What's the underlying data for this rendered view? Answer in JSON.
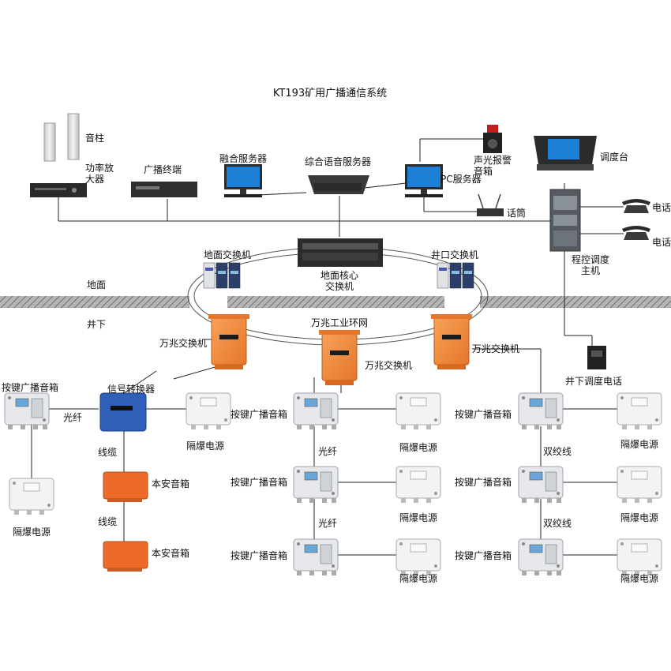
{
  "title": "KT193矿用广播通信系统",
  "labels": {
    "yinzhu": "音柱",
    "amp": "功率放\n大器",
    "terminal": "广播终端",
    "fusion_server": "融合服务器",
    "voice_server": "综合语音服务器",
    "alarm_speaker": "声光报警\n音箱",
    "pc_server": "PC服务器",
    "mic": "话筒",
    "console": "调度台",
    "phone1": "电话",
    "phone2": "电话",
    "pbx_host": "程控调度\n主机",
    "ground_switch": "地面交换机",
    "well_switch": "井口交换机",
    "core_switch": "地面核心\n交换机",
    "surface": "地面",
    "underground": "井下",
    "ring": "万兆工业环网",
    "wz_left": "万兆交换机",
    "wz_mid": "万兆交换机",
    "wz_right": "万兆交换机",
    "mine_phone": "井下调度电话",
    "converter": "信号转换器",
    "left_speaker": "按键广播音箱",
    "fiber_left": "光纤",
    "cable1": "线缆",
    "cable2": "线缆",
    "safe_box1": "本安音箱",
    "safe_box2": "本安音箱",
    "psu_top_left": "隔爆电源",
    "psu_left": "隔爆电源",
    "mid_speaker1": "按键广播音箱",
    "mid_speaker2": "按键广播音箱",
    "mid_speaker3": "按键广播音箱",
    "mid_psu1": "隔爆电源",
    "mid_psu2": "隔爆电源",
    "mid_psu3": "隔爆电源",
    "fiber_mid1": "光纤",
    "fiber_mid2": "光纤",
    "right_speaker1": "按键广播音箱",
    "right_speaker2": "按键广播音箱",
    "right_speaker3": "按键广播音箱",
    "right_psu1": "隔爆电源",
    "right_psu2": "隔爆电源",
    "right_psu3": "隔爆电源",
    "twisted1": "双绞线",
    "twisted2": "双绞线"
  },
  "colors": {
    "orange_switch": "#f08a3c",
    "orange_box": "#ee6a2a",
    "blue_converter": "#2f5fb8",
    "ground_hatch": "#8a8a8a",
    "line": "#222222",
    "monitor_screen": "#1e7fd6"
  }
}
